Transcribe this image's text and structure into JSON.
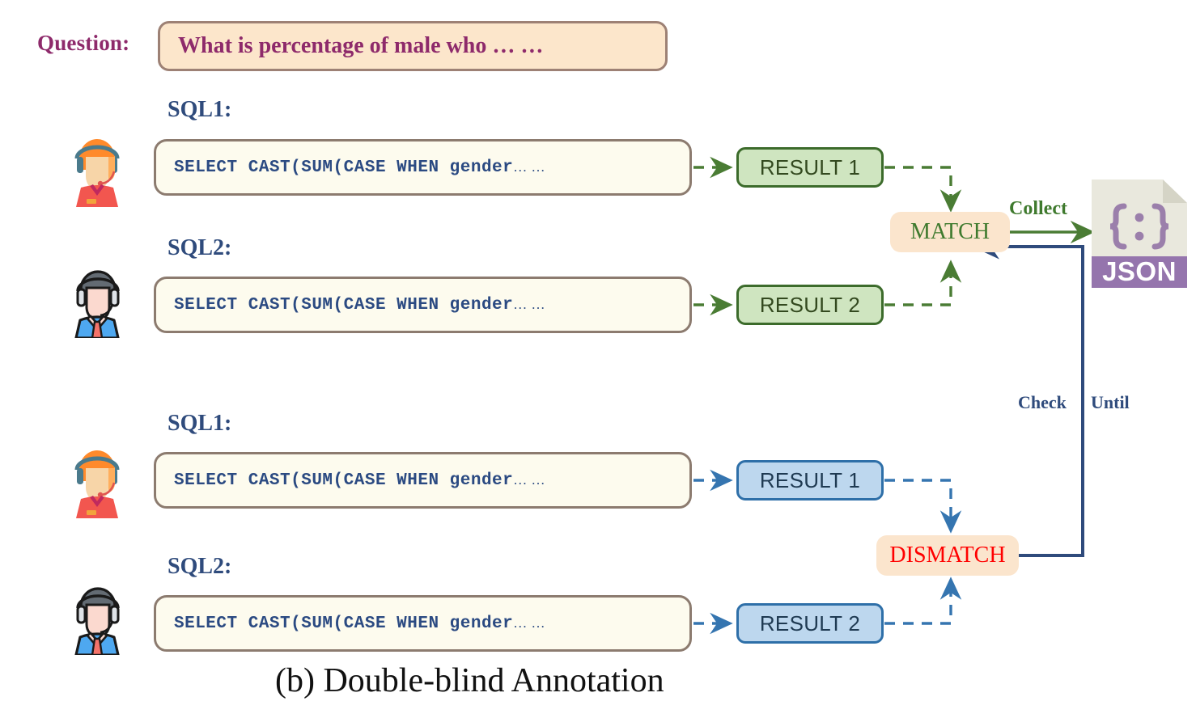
{
  "figure": {
    "caption": "(b) Double-blind Annotation"
  },
  "question": {
    "label": "Question:",
    "text": "What is percentage of male who … …"
  },
  "colors": {
    "question_text": "#8e2a6b",
    "question_box_fill": "#fce6cb",
    "question_box_border": "#9d8175",
    "sql_box_fill": "#fdfbee",
    "sql_box_border": "#8c7b6f",
    "sql_text": "#2b4a82",
    "label_navy": "#2f4b7c",
    "result_green_fill": "#cfe5c0",
    "result_green_border": "#3c6b2b",
    "result_blue_fill": "#bdd7ee",
    "result_blue_border": "#2e6fa8",
    "decision_fill": "#fbe5cd",
    "match_text": "#3f7a2e",
    "dismatch_text": "#ff0000",
    "arrow_green": "#4a7c34",
    "arrow_blue": "#3575b0",
    "arrow_navy": "#2f4b7c",
    "json_page": "#e9e8dd",
    "json_bar": "#9575ad",
    "json_brace": "#9b7fab"
  },
  "groups": [
    {
      "id": "match-group",
      "sql_rows": [
        {
          "label": "SQL1:",
          "code": "SELECT CAST(SUM(CASE WHEN gender",
          "ellipsis": "… …",
          "avatar": "support-agent-female-avatar",
          "result": "RESULT 1"
        },
        {
          "label": "SQL2:",
          "code": "SELECT CAST(SUM(CASE WHEN gender",
          "ellipsis": "… …",
          "avatar": "support-agent-male-avatar",
          "result": "RESULT 2"
        }
      ],
      "decision": "MATCH"
    },
    {
      "id": "dismatch-group",
      "sql_rows": [
        {
          "label": "SQL1:",
          "code": "SELECT CAST(SUM(CASE WHEN gender",
          "ellipsis": "… …",
          "avatar": "support-agent-female-avatar",
          "result": "RESULT 1"
        },
        {
          "label": "SQL2:",
          "code": "SELECT CAST(SUM(CASE WHEN gender",
          "ellipsis": "… …",
          "avatar": "support-agent-male-avatar",
          "result": "RESULT 2"
        }
      ],
      "decision": "DISMATCH"
    }
  ],
  "edges": {
    "collect": "Collect",
    "check": "Check",
    "until": "Until"
  },
  "json_file": {
    "brace_glyph": "{ : }",
    "label": "JSON"
  }
}
